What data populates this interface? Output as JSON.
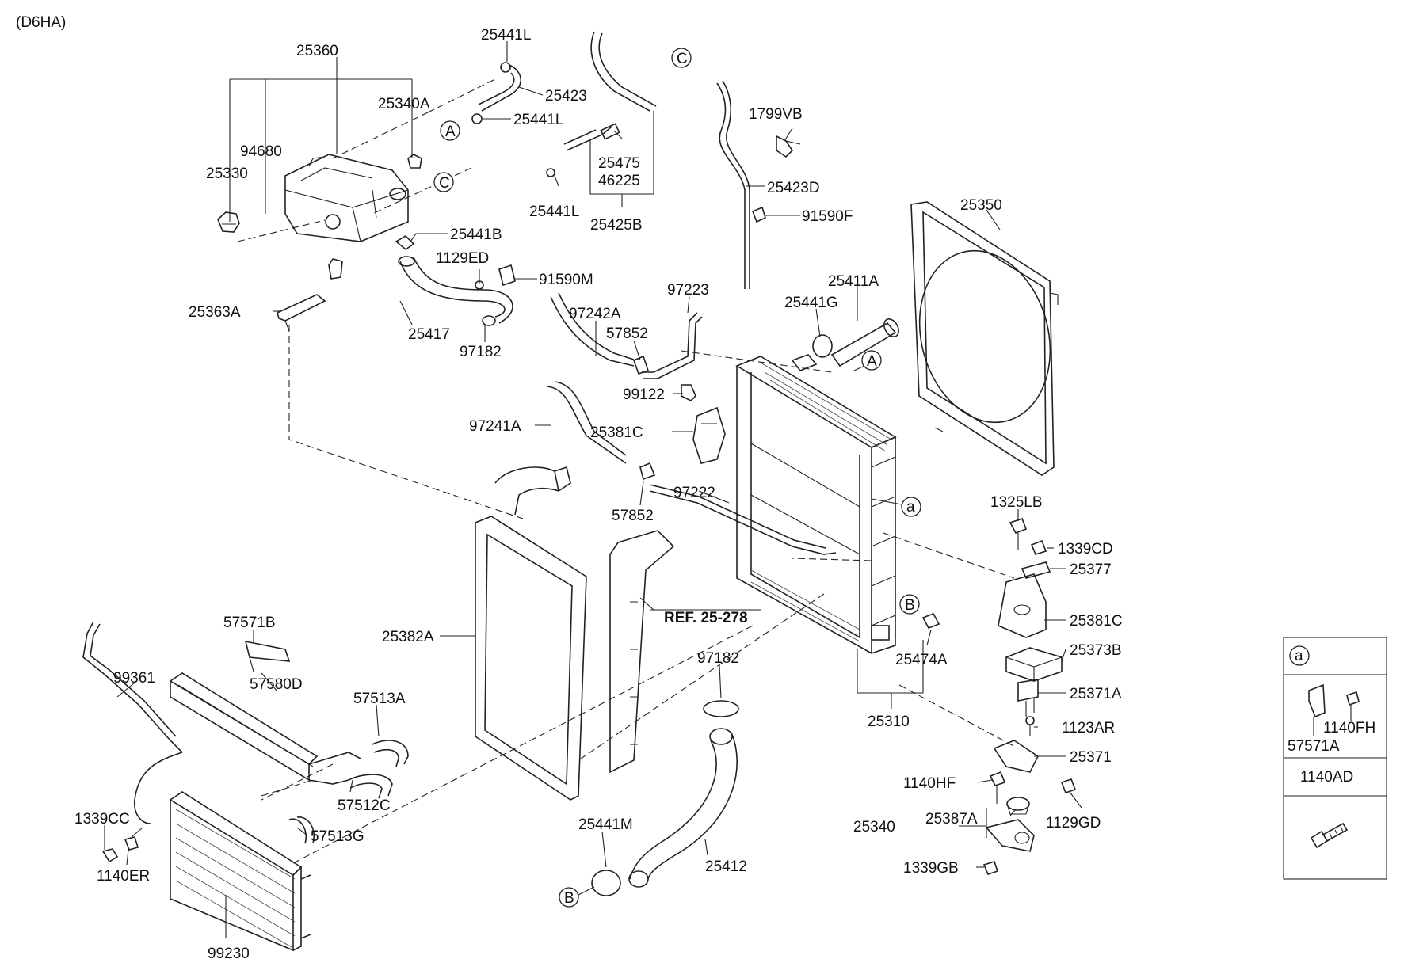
{
  "engine_code": "(D6HA)",
  "reference": "REF. 25-278",
  "callouts": {
    "A1": "A",
    "A2": "A",
    "B1": "B",
    "B2": "B",
    "C1": "C",
    "C2": "C",
    "a1": "a",
    "a_box": "a"
  },
  "parts": {
    "p25360": "25360",
    "p25441L_1": "25441L",
    "p25423": "25423",
    "p25340A": "25340A",
    "p25441L_2": "25441L",
    "p94680": "94680",
    "p25330": "25330",
    "p25475": "25475",
    "p46225": "46225",
    "p25441L_3": "25441L",
    "p25425B": "25425B",
    "p1799VB": "1799VB",
    "p25423D": "25423D",
    "p91590F": "91590F",
    "p25350": "25350",
    "p25441B": "25441B",
    "p1129ED": "1129ED",
    "p91590M": "91590M",
    "p25363A": "25363A",
    "p25417": "25417",
    "p97182_1": "97182",
    "p97242A": "97242A",
    "p97223": "97223",
    "p57852_1": "57852",
    "p25441G": "25441G",
    "p25411A": "25411A",
    "p99122": "99122",
    "p97241A": "97241A",
    "p25381C_1": "25381C",
    "p97222": "97222",
    "p57852_2": "57852",
    "p1325LB": "1325LB",
    "p1339CD": "1339CD",
    "p25377": "25377",
    "p25381C_2": "25381C",
    "p25382A": "25382A",
    "p25373B": "25373B",
    "p25474A": "25474A",
    "p25371A": "25371A",
    "p25310": "25310",
    "p1123AR": "1123AR",
    "p25371": "25371",
    "p57571B": "57571B",
    "p99361": "99361",
    "p57580D": "57580D",
    "p57513A": "57513A",
    "p97182_2": "97182",
    "p57512C": "57512C",
    "p57513G": "57513G",
    "p1339CC": "1339CC",
    "p1140ER": "1140ER",
    "p25441M": "25441M",
    "p25412": "25412",
    "p99230": "99230",
    "p1140HF": "1140HF",
    "p25387A": "25387A",
    "p25340": "25340",
    "p1129GD": "1129GD",
    "p1339GB": "1339GB",
    "p1140FH": "1140FH",
    "p57571A": "57571A",
    "p1140AD": "1140AD"
  },
  "colors": {
    "line": "#222222",
    "background": "#ffffff"
  }
}
